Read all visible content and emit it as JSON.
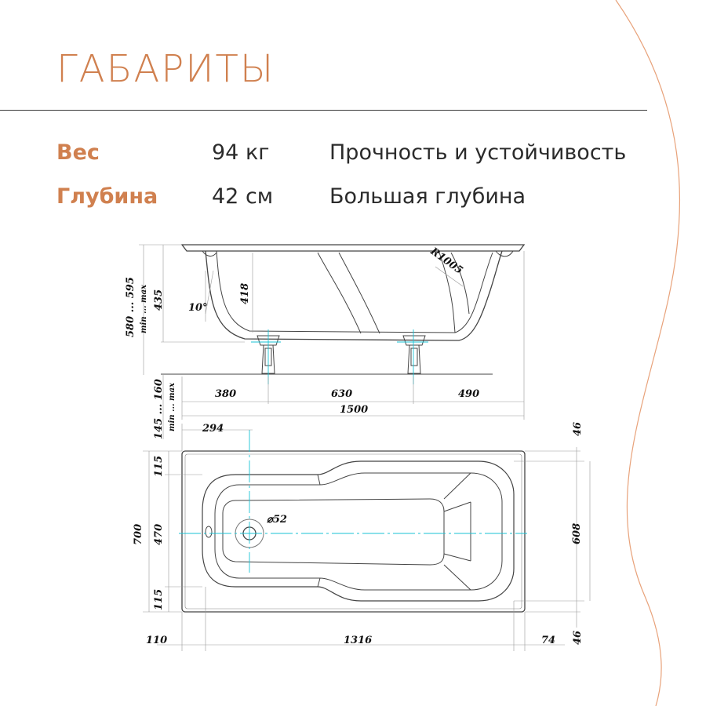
{
  "title": "ГАБАРИТЫ",
  "specs": [
    {
      "label": "Вес",
      "value": "94 кг",
      "desc": "Прочность и устойчивость"
    },
    {
      "label": "Глубина",
      "value": "42 см",
      "desc": "Большая глубина"
    }
  ],
  "side_view": {
    "radius": "R1005",
    "angle": "10°",
    "inner_depth": "418",
    "height_range": "580 ... 595",
    "height_minmax": "min ... max",
    "depth": "435",
    "leg_range": "145 ... 160",
    "leg_minmax": "min ... max",
    "seg1": "380",
    "seg2": "630",
    "seg3": "490",
    "total_length": "1500"
  },
  "top_view": {
    "offset_294": "294",
    "top_46": "46",
    "rim_top": "115",
    "width": "700",
    "inner_width": "470",
    "rim_bottom": "115",
    "drain": "⌀52",
    "right_608": "608",
    "left_110": "110",
    "inner_length": "1316",
    "right_74": "74",
    "bottom_46": "46"
  },
  "colors": {
    "accent": "#d0804f",
    "text": "#2b2b2b",
    "line": "#444444",
    "axis": "#19c3d6"
  }
}
